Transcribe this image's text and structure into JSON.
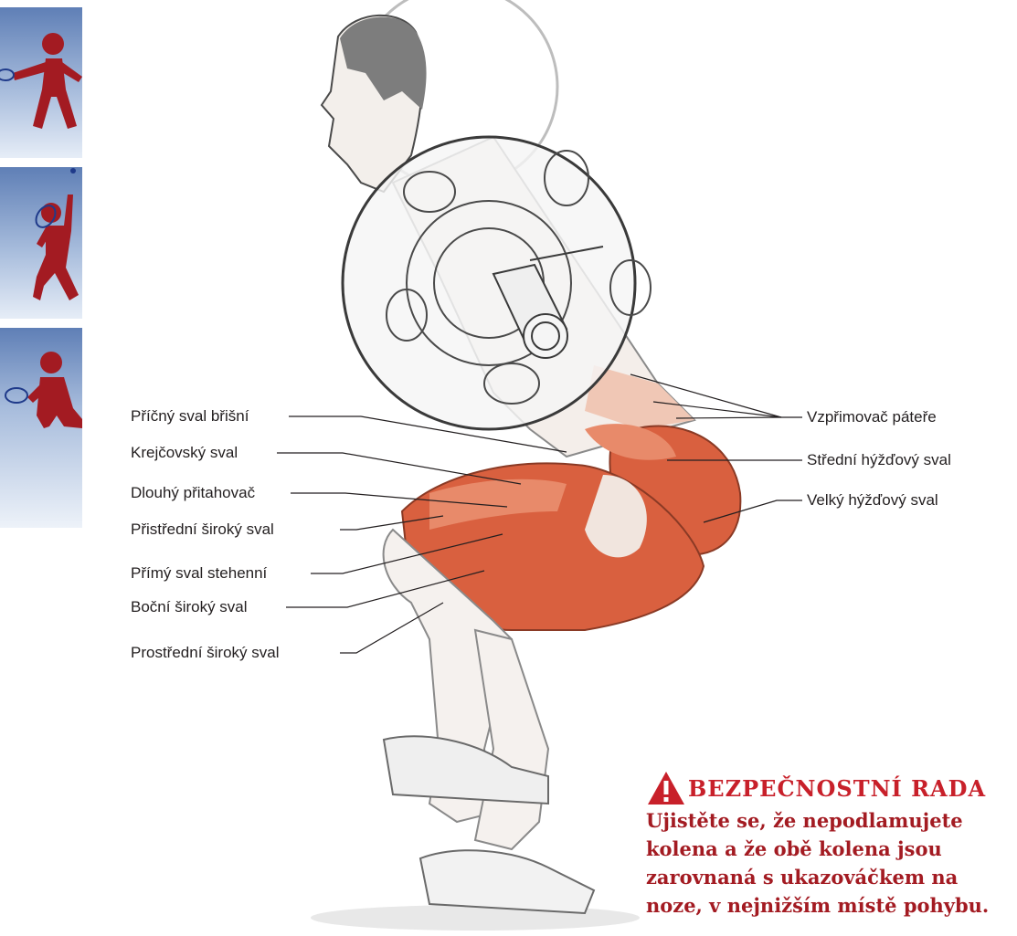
{
  "labels_left": [
    "Příčný sval břišní",
    "Krejčovský sval",
    "Dlouhý přitahovač",
    "Přistřední široký sval",
    "Přímý sval stehenní",
    "Boční široký sval",
    "Prostřední široký sval"
  ],
  "labels_right": [
    "Vzpřimovač páteře",
    "Střední hýžďový sval",
    "Velký hýžďový sval"
  ],
  "safety": {
    "heading": "BEZPEČNOSTNÍ RADA",
    "text": "Ujistěte se, že nepodlamujete kolena a že obě kolena jsou zarovnaná s ukazováčkem na noze, v nejnižším místě pohybu."
  },
  "colors": {
    "accent_red": "#c8202a",
    "sidebar_blue": "#5f7fb6",
    "muscle": "#d9603f"
  },
  "icons": [
    "tennis-forehand-icon",
    "tennis-serve-icon",
    "tennis-low-volley-icon",
    "warning-icon"
  ]
}
